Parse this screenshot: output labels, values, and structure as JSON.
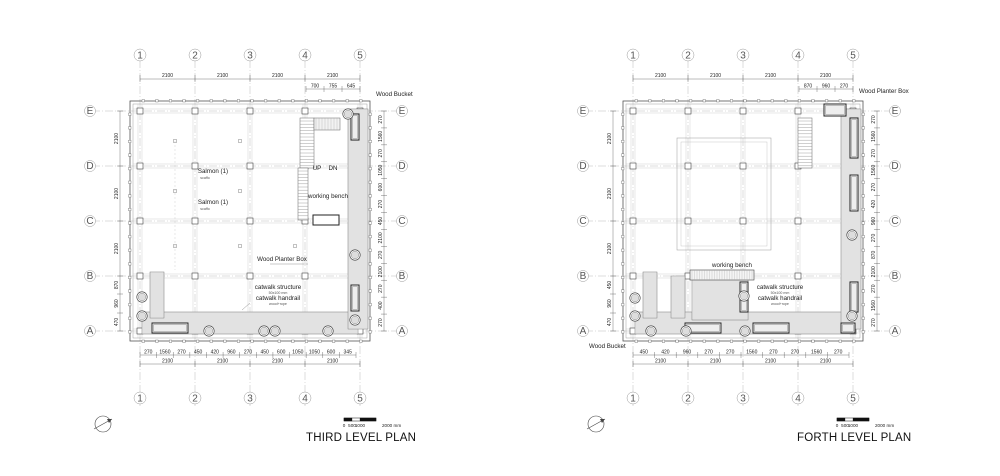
{
  "plans": [
    {
      "title": "THIRD LEVEL PLAN",
      "grid_columns": [
        "1",
        "2",
        "3",
        "4",
        "5"
      ],
      "grid_rows": [
        "E",
        "D",
        "C",
        "B",
        "A"
      ],
      "top_dims": [
        "2100",
        "2100",
        "2100",
        "2100"
      ],
      "top_sub_dims": [
        "700",
        "755",
        "645"
      ],
      "bottom_dims": [
        "270",
        "1560",
        "270",
        "450",
        "420",
        "960",
        "270",
        "450",
        "600",
        "1050",
        "1050",
        "600",
        "345"
      ],
      "bottom_totals": [
        "2100",
        "2100",
        "2100",
        "2100"
      ],
      "left_dims": [
        "2100",
        "2100",
        "2100",
        "870",
        "960",
        "470"
      ],
      "right_dims": [
        "270",
        "1560",
        "270",
        "1050",
        "600",
        "270",
        "450",
        "2100",
        "270",
        "2100",
        "270",
        "400",
        "270"
      ],
      "labels": {
        "wood_bucket": "Wood Bucket",
        "up": "UP",
        "dn": "DN",
        "salmon_1": "Salmon (1)",
        "salmon_2": "Salmon (1)",
        "working_bench": "working bench",
        "planter": "Wood Planter Box",
        "catwalk_structure": "catwalk structure",
        "catwalk_structure_sub": "50x100 mm",
        "catwalk_handrail": "catwalk handrail",
        "catwalk_handrail_sub": "wood+rope",
        "scaffold_sub": "scaffo"
      }
    },
    {
      "title": "FORTH LEVEL PLAN",
      "grid_columns": [
        "1",
        "2",
        "3",
        "4",
        "5"
      ],
      "grid_rows": [
        "E",
        "D",
        "C",
        "B",
        "A"
      ],
      "top_dims": [
        "2100",
        "2100",
        "2100",
        "2100"
      ],
      "top_sub_dims": [
        "870",
        "960",
        "270"
      ],
      "bottom_dims": [
        "450",
        "420",
        "960",
        "270",
        "270",
        "1560",
        "270",
        "270",
        "1560",
        "270"
      ],
      "bottom_totals": [
        "2100",
        "2100",
        "2100",
        "2100"
      ],
      "left_dims": [
        "2100",
        "2100",
        "2100",
        "450",
        "960",
        "470"
      ],
      "right_dims": [
        "270",
        "1560",
        "270",
        "1560",
        "270",
        "420",
        "960",
        "270",
        "870",
        "2100",
        "270",
        "1560",
        "270"
      ],
      "labels": {
        "wood_bucket": "Wood Bucket",
        "planter": "Wood Planter Box",
        "working_bench": "working bench",
        "catwalk_structure": "catwalk structure",
        "catwalk_structure_sub": "50x100 mm",
        "catwalk_handrail": "catwalk handrail",
        "catwalk_handrail_sub": "wood+rope"
      }
    }
  ],
  "scale_bar": {
    "ticks": [
      "0",
      "500",
      "1000",
      "2000 mm"
    ]
  },
  "north_icon": "north-arrow-icon"
}
